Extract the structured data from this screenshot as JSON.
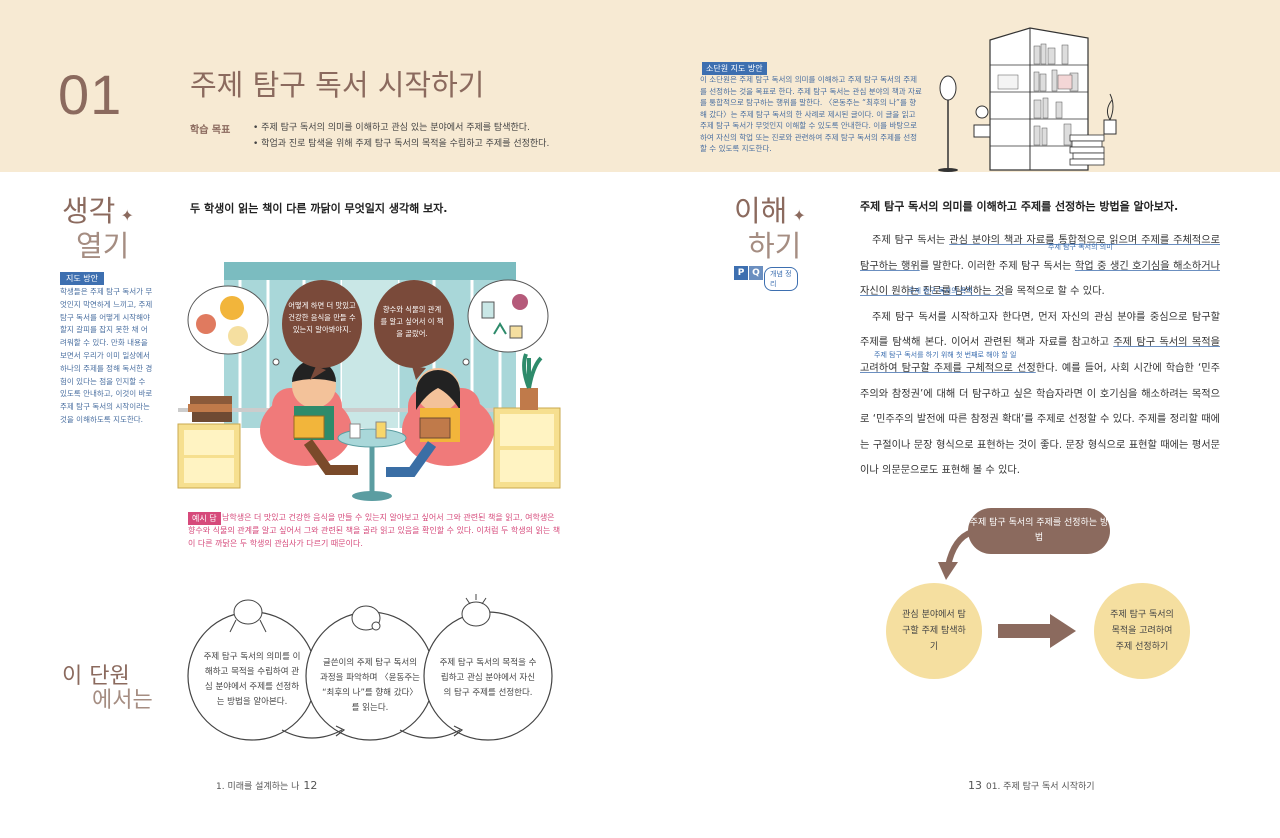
{
  "header": {
    "unit_number": "01",
    "unit_title": "주제 탐구 독서 시작하기",
    "goals_label": "학습 목표",
    "goals": [
      "• 주제 탐구 독서의 의미를 이해하고 관심 있는 분야에서 주제를 탐색한다.",
      "• 학업과 진로 탐색을 위해 주제 탐구 독서의 목적을 수립하고 주제를 선정한다."
    ],
    "guide_badge": "소단원 지도 방안",
    "guide_text": "이 소단원은 주제 탐구 독서의 의미를 이해하고 주제 탐구 독서의 주제를 선정하는 것을 목표로 한다. 주제 탐구 독서는 관심 분야의 책과 자료를 통합적으로 탐구하는 행위를 말한다. 〈온동주는 “최후의 나”를 향해 갔다〉는 주제 탐구 독서의 한 사례로 제시된 글이다. 이 글을 읽고 주제 탐구 독서가 무엇인지 이해할 수 있도록 안내한다. 이를 바탕으로 하여 자신의 학업 또는 진로와 관련하여 주제 탐구 독서의 주제를 선정할 수 있도록 지도한다."
  },
  "left": {
    "section_bold": "생각",
    "section_light": "열기",
    "question": "두 학생이 읽는 책이 다른 까닭이 무엇일지 생각해 보자.",
    "tip_badge": "지도 방안",
    "tip_text": "학생들은 주제 탐구 독서가 무엇인지 막연하게 느끼고, 주제 탐구 독서를 어떻게 시작해야 할지 갈피를 잡지 못한 채 어려워할 수 있다. 만화 내용을 보면서 우리가 이미 일상에서 하나의 주제를 정해 독서한 경험이 있다는 점을 인지할 수 있도록 안내하고, 이것이 바로 주제 탐구 독서의 시작이라는 것을 이해하도록 지도한다.",
    "bubble_left": "어떻게 하면 더 맛있고 건강한 음식을 만들 수 있는지 알아봐야지.",
    "bubble_right": "향수와 식물의 관계를 알고 싶어서 이 책을 골랐어.",
    "answer_badge": "예시 답",
    "answer_text": "남학생은 더 맛있고 건강한 음식을 만들 수 있는지 알아보고 싶어서 그와 관련된 책을 읽고, 여학생은 향수와 식물의 관계를 알고 싶어서 그와 관련된 책을 골라 읽고 있음을 확인할 수 있다. 이처럼 두 학생의 읽는 책이 다른 까닭은 두 학생의 관심사가 다르기 때문이다.",
    "intro_bold": "이 단원",
    "intro_light": "에서는",
    "circles": [
      "주제 탐구 독서의 의미를 이해하고 목적을 수립하여 관심 분야에서 주제를 선정하는 방법을 알아본다.",
      "글쓴이의 주제 탐구 독서의 과정을 파악하며 〈윤동주는 “최후의 나”를 향해 갔다〉를 읽는다.",
      "주제 탐구 독서의 목적을 수립하고 관심 분야에서 자신의 탐구 주제를 선정한다."
    ],
    "footer_label": "1. 미래를 설계하는 나",
    "footer_page": "12"
  },
  "right": {
    "section_bold": "이해",
    "section_light": "하기",
    "concept_p": "P",
    "concept_q": "Q",
    "concept_label": "개념 정리",
    "question": "주제 탐구 독서의 의미를 이해하고 주제를 선정하는 방법을 알아보자.",
    "glosses": [
      "주제 탐구 독서의 의미",
      "주제 탐구 독서의 목적",
      "주제 탐구 독서를 하기 위해 첫 번째로 해야 할 일"
    ],
    "p1_a": "주제 탐구 독서는 ",
    "p1_u1": "관심 분야의 책과 자료를 통합적으로 읽으며 주제를 주체적으로 탐구하는 행위",
    "p1_b": "를 말한다. 이러한 주제 탐구 독서는 ",
    "p1_u2": "학업 중 생긴 호기심을 해소하거나 자신이 원하는 진로를 탐색하는 것",
    "p1_c": "을 목적으로 할 수 있다.",
    "p2_a": "주제 탐구 독서를 시작하고자 한다면, 먼저 자신의 관심 분야를 중심으로 탐구할 주제를 탐색해 본다. 이어서 관련된 책과 자료를 참고하고 ",
    "p2_u1": "주제 탐구 독서의 목적을 고려하여 탐구할 주제를 구체적으로 선정",
    "p2_b": "한다. 예를 들어, 사회 시간에 학습한 ‘민주주의와 참정권’에 대해 더 탐구하고 싶은 학습자라면 이 호기심을 해소하려는 목적으로 ‘민주주의 발전에 따른 참정권 확대’를 주제로 선정할 수 있다. 주제를 정리할 때에는 구절이나 문장 형식으로 표현하는 것이 좋다. 문장 형식으로 표현할 때에는 평서문이나 의문문으로도 표현해 볼 수 있다.",
    "diagram_top": "주제 탐구 독서의 주제를 선정하는 방법",
    "diagram_left": "관심 분야에서 탐구할 주제 탐색하기",
    "diagram_right": "주제 탐구 독서의 목적을 고려하여 주제 선정하기",
    "footer_page": "13",
    "footer_label": "01. 주제 탐구 독서 시작하기"
  },
  "colors": {
    "brown": "#8b6a5e",
    "header_bg": "#f7ead3",
    "blue": "#3d6fb0",
    "pink": "#d64a7b",
    "yellow": "#f5dfa0"
  }
}
